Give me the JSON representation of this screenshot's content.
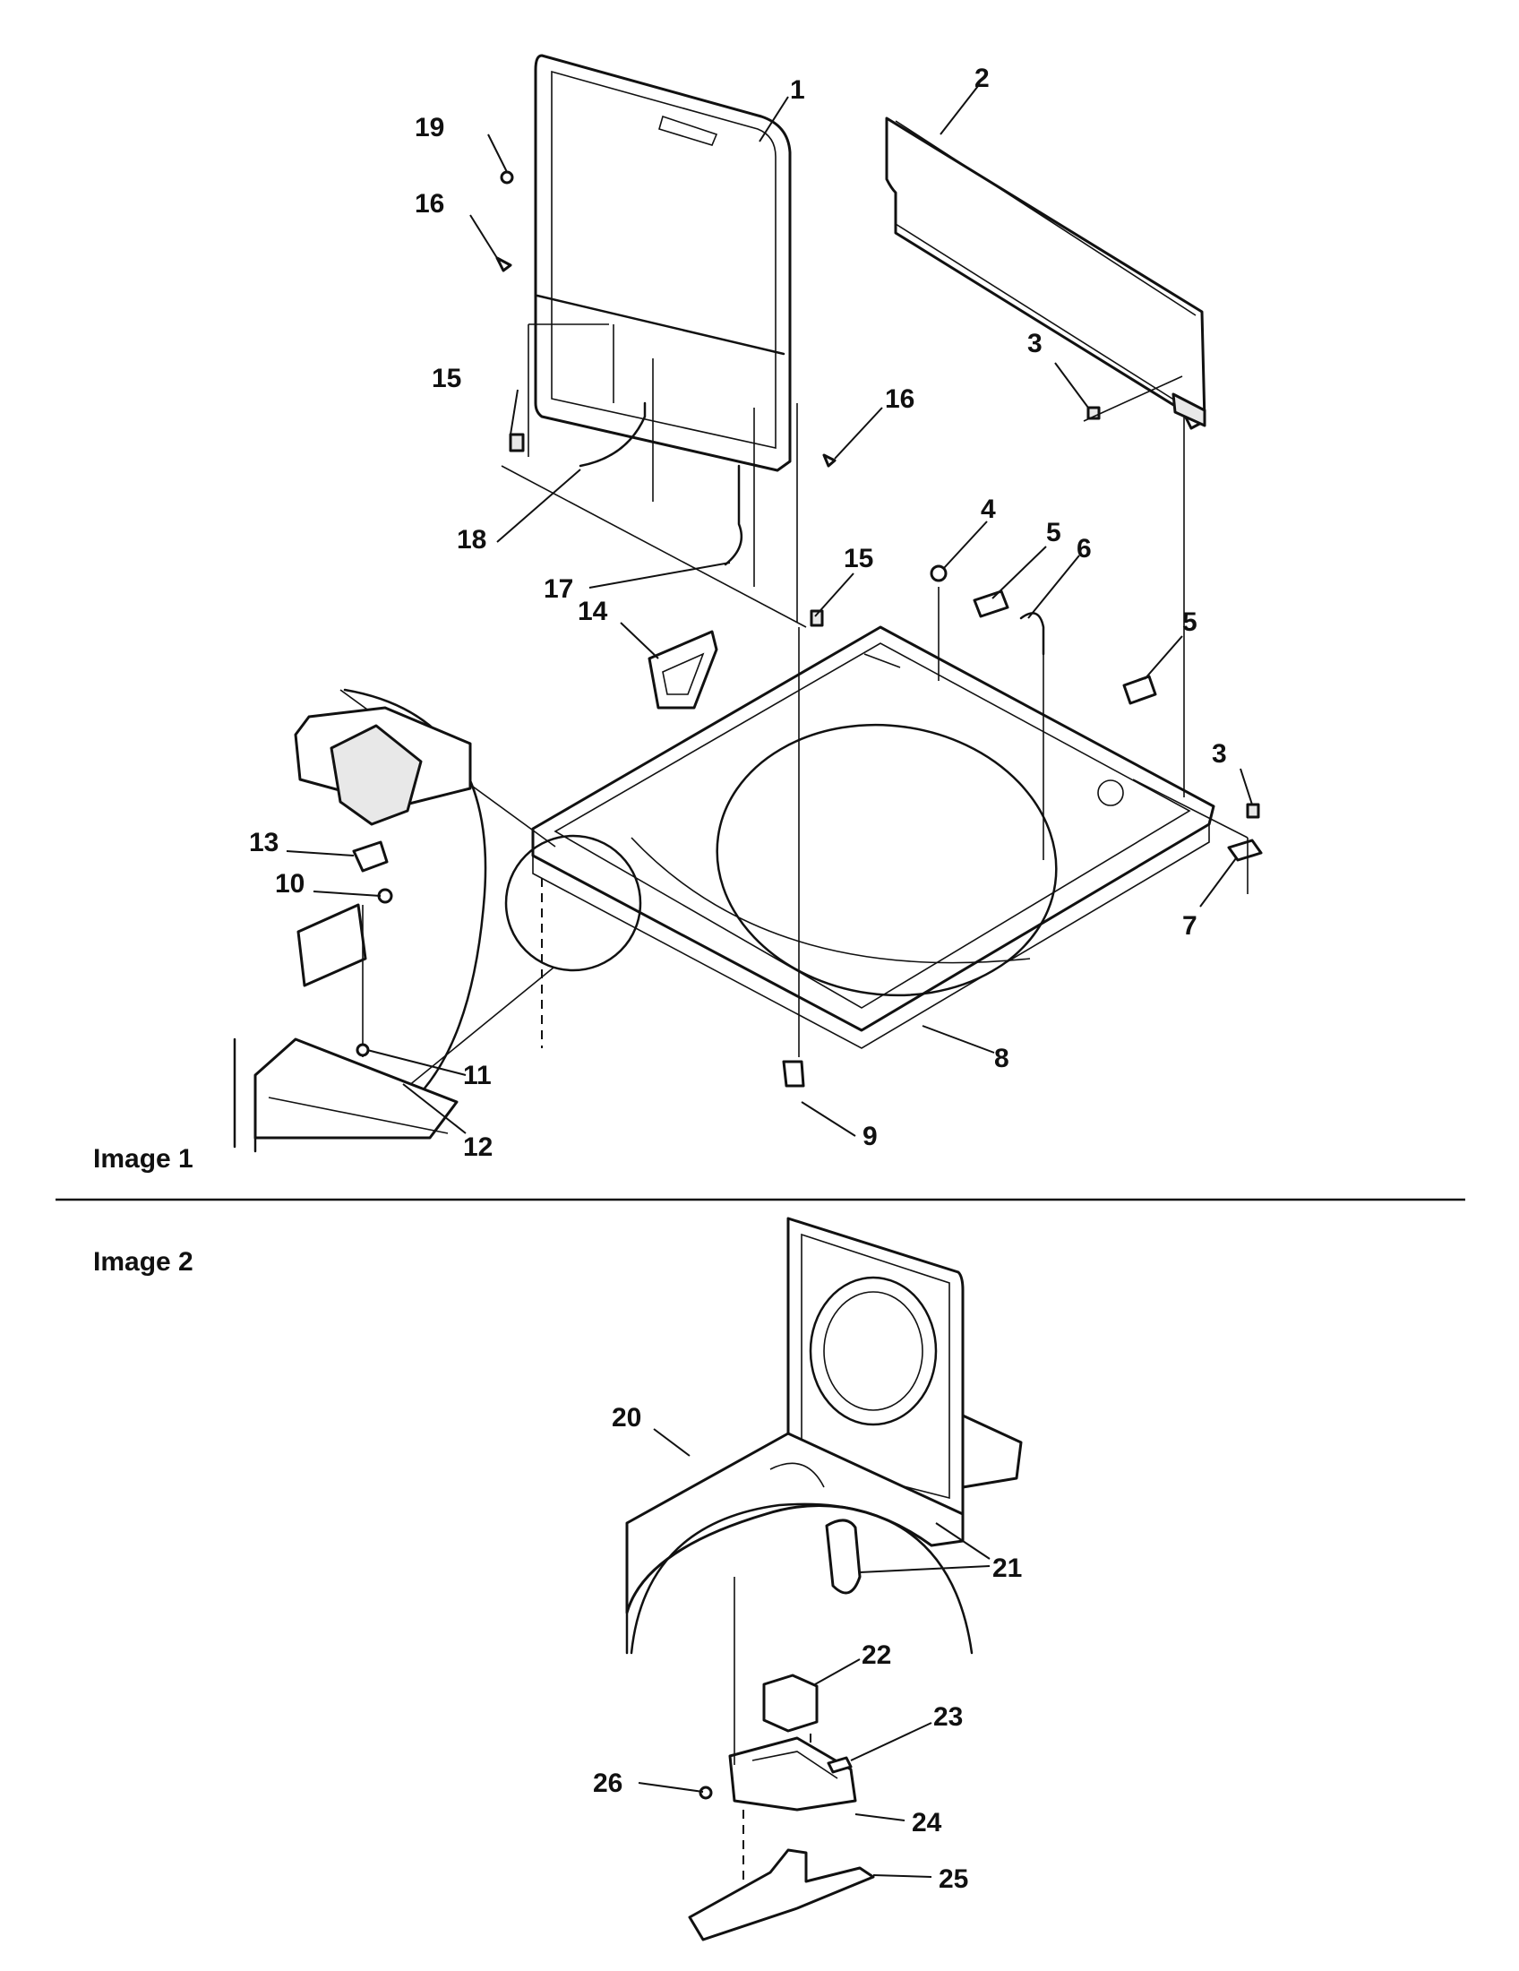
{
  "captions": {
    "image1": "Image 1",
    "image2": "Image 2"
  },
  "callouts": {
    "c1": "1",
    "c2": "2",
    "c3a": "3",
    "c3b": "3",
    "c4": "4",
    "c5a": "5",
    "c5b": "5",
    "c6": "6",
    "c7": "7",
    "c8": "8",
    "c9": "9",
    "c10": "10",
    "c11": "11",
    "c12": "12",
    "c13": "13",
    "c14": "14",
    "c15a": "15",
    "c15b": "15",
    "c16a": "16",
    "c16b": "16",
    "c17": "17",
    "c18": "18",
    "c19": "19",
    "c20": "20",
    "c21": "21",
    "c22": "22",
    "c23": "23",
    "c24": "24",
    "c25": "25",
    "c26": "26"
  }
}
